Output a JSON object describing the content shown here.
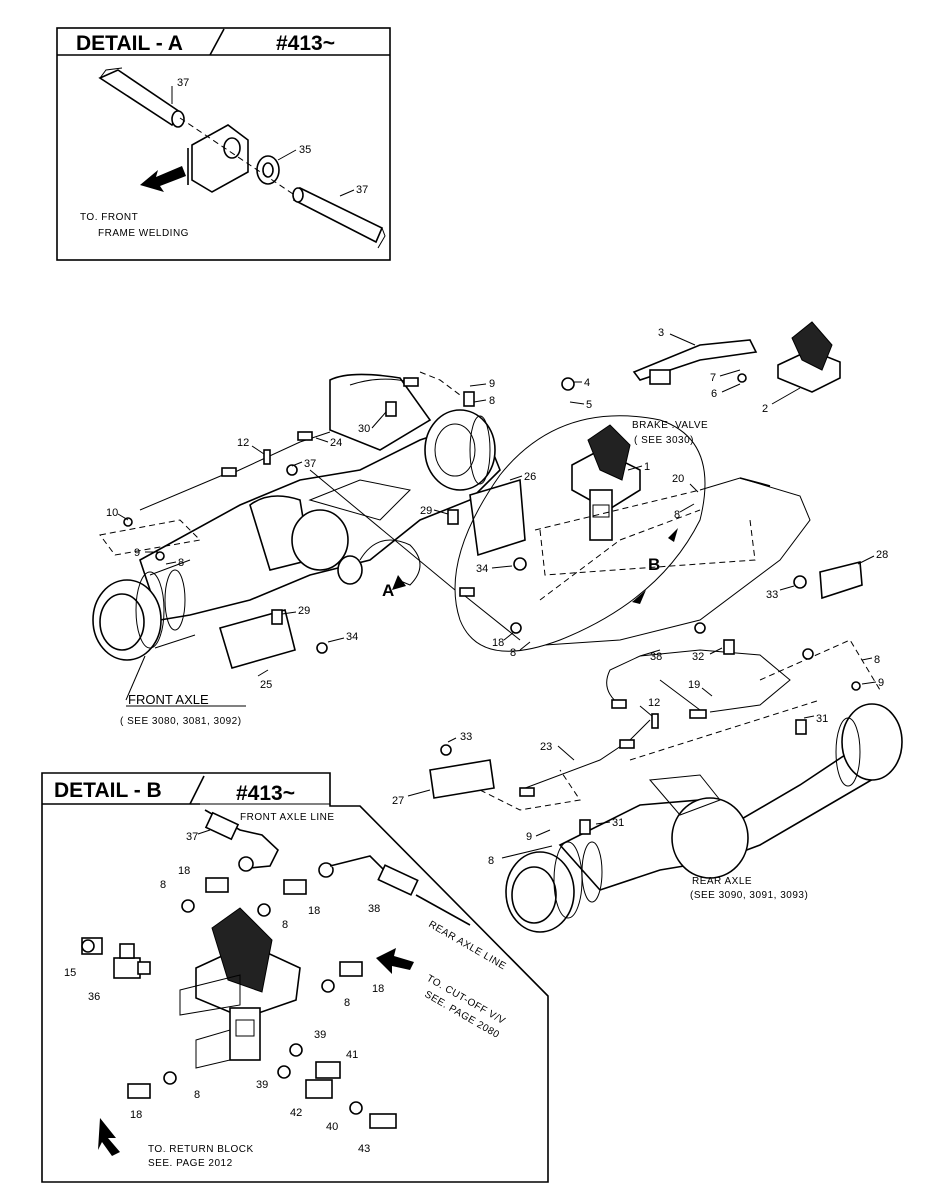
{
  "detail_a": {
    "title": "DETAIL - A",
    "code": "#413~",
    "caption_line1": "TO. FRONT",
    "caption_line2": "FRAME   WELDING",
    "part_numbers": [
      "37",
      "35",
      "37"
    ]
  },
  "detail_b": {
    "title": "DETAIL - B",
    "code": "#413~",
    "front_axle_line": "FRONT  AXLE LINE",
    "rear_axle_line": "REAR AXLE LINE",
    "cutoff_line1": "TO. CUT-OFF V/V",
    "cutoff_line2": "SEE. PAGE 2080",
    "return_line1": "TO. RETURN BLOCK",
    "return_line2": "SEE. PAGE 2012",
    "part_numbers": [
      "37",
      "18",
      "8",
      "18",
      "8",
      "38",
      "15",
      "36",
      "18",
      "8",
      "39",
      "41",
      "8",
      "39",
      "42",
      "40",
      "43",
      "18"
    ]
  },
  "main": {
    "brake_valve_line1": "BRAKE .VALVE",
    "brake_valve_line2": "( SEE 3030)",
    "front_axle_title": "FRONT AXLE",
    "front_axle_ref": "( SEE 3080, 3081, 3092)",
    "rear_axle_title": "REAR  AXLE",
    "rear_axle_ref": "(SEE 3090, 3091, 3093)",
    "marker_a": "A",
    "marker_b": "B",
    "part_numbers": [
      "3",
      "7",
      "6",
      "2",
      "4",
      "5",
      "1",
      "9",
      "8",
      "30",
      "24",
      "12",
      "37",
      "10",
      "9",
      "8",
      "26",
      "29",
      "34",
      "20",
      "8",
      "18",
      "8",
      "29",
      "34",
      "25",
      "28",
      "33",
      "32",
      "38",
      "12",
      "19",
      "8",
      "9",
      "31",
      "23",
      "33",
      "27",
      "9",
      "31",
      "8"
    ]
  }
}
